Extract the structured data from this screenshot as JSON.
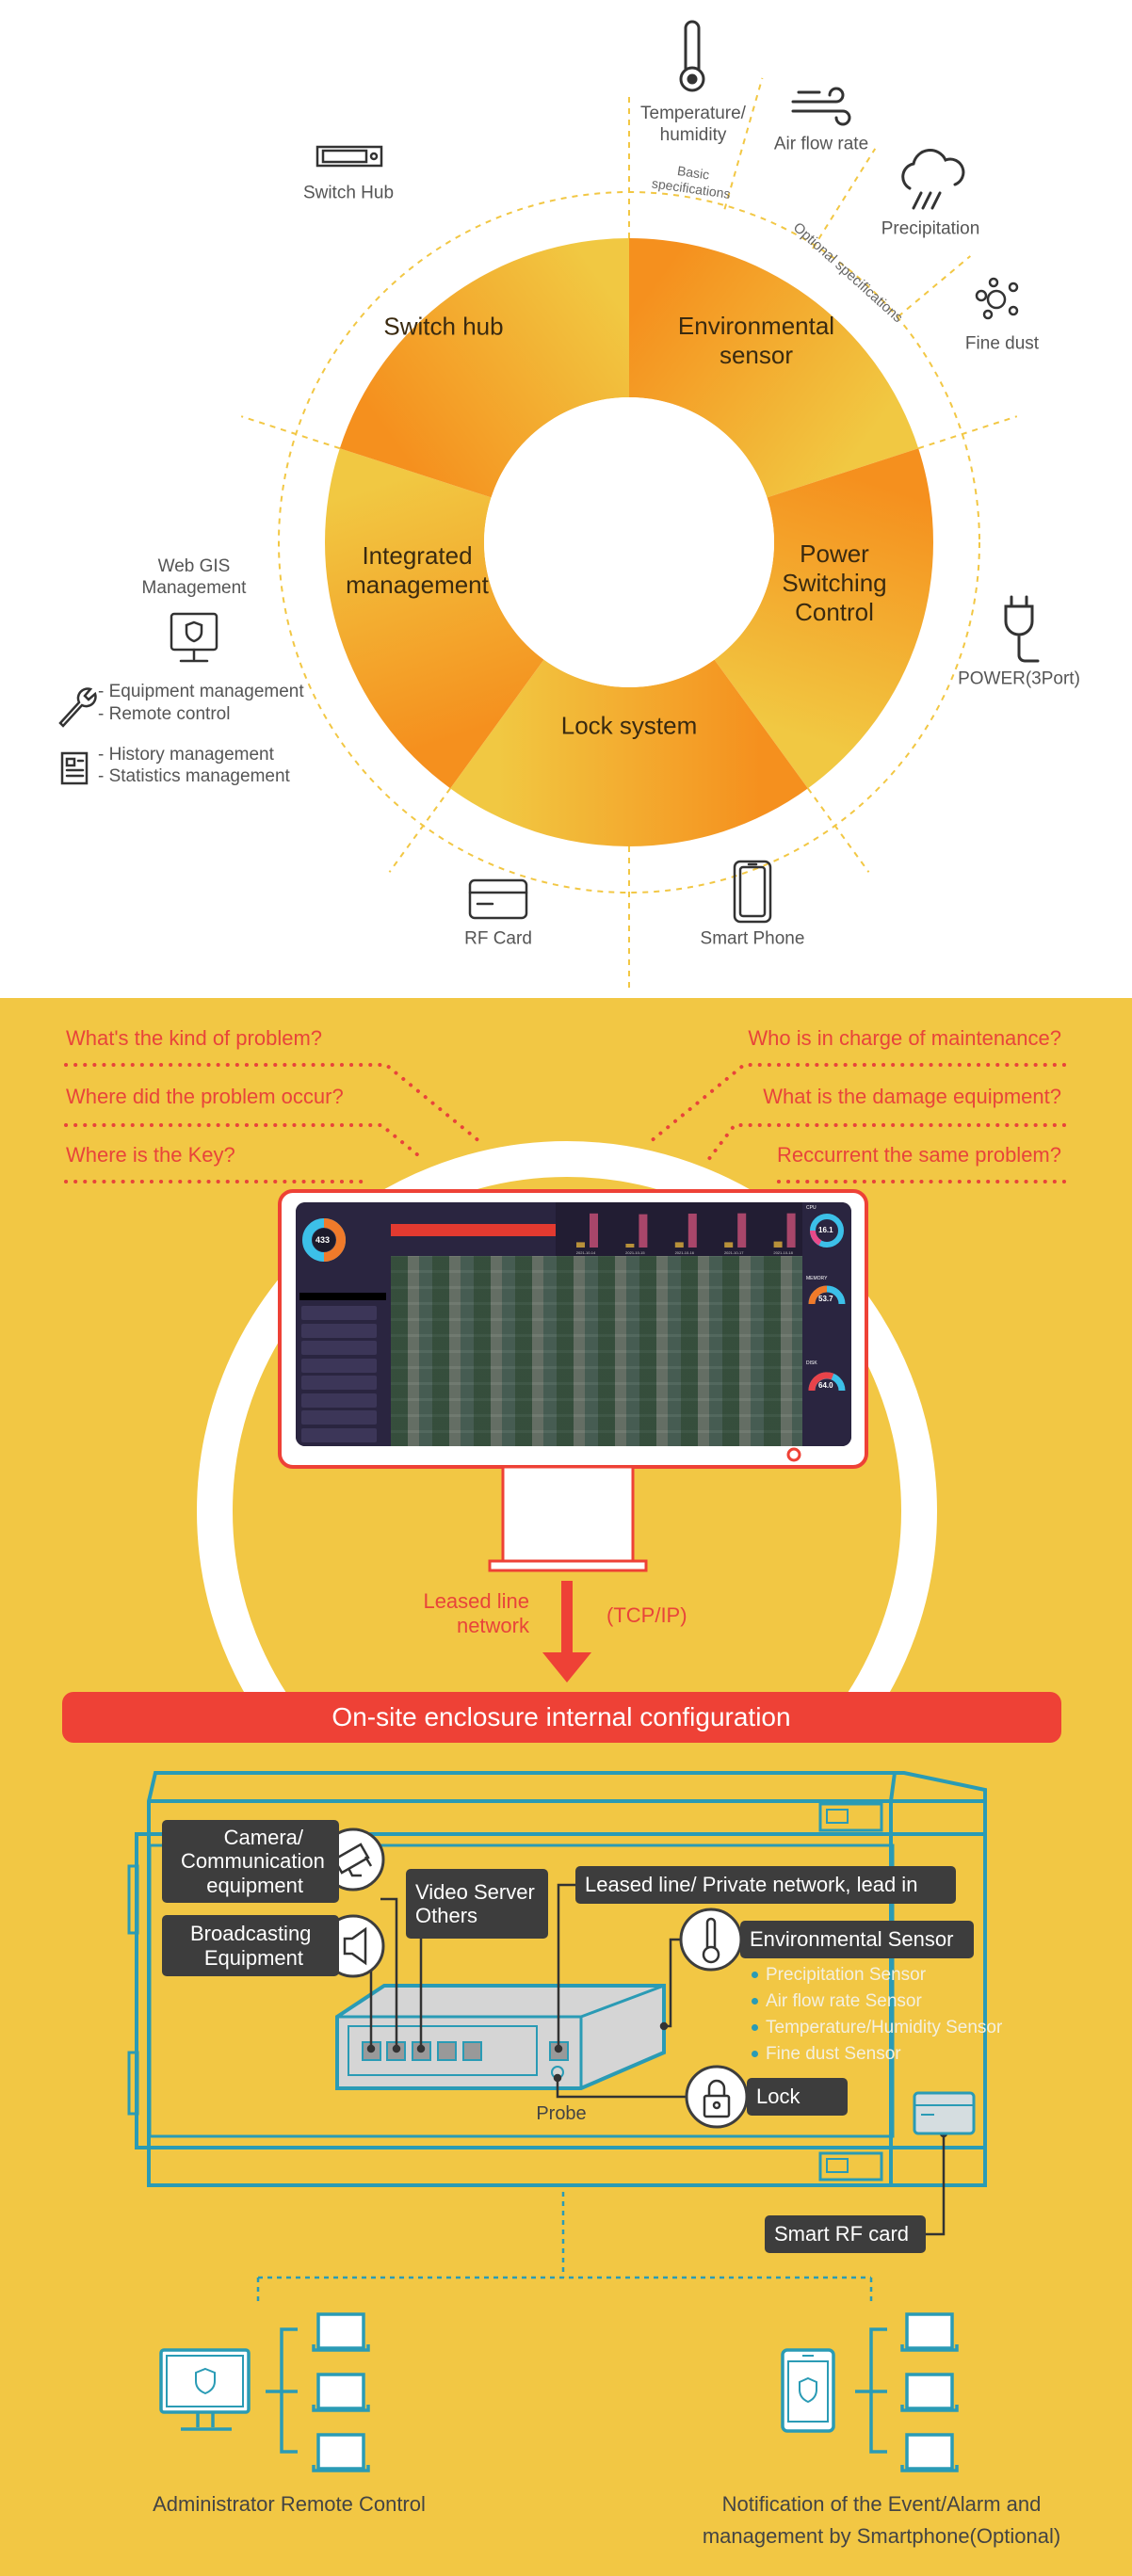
{
  "donut": {
    "segments": [
      {
        "label": "Environmental sensor"
      },
      {
        "label": "Power Switching Control"
      },
      {
        "label": "Lock system"
      },
      {
        "label": "Integrated management"
      },
      {
        "label": "Switch hub"
      }
    ],
    "colors": {
      "orange": "#F5901E",
      "yellow": "#F1C842"
    }
  },
  "outer": {
    "temperature": "Temperature/ humidity",
    "airflow": "Air flow rate",
    "precipitation": "Precipitation",
    "fine_dust": "Fine dust",
    "basic_spec": "Basic specifications",
    "optional_spec": "Optional specifications",
    "switch_hub": "Switch Hub",
    "power": "POWER(3Port)",
    "rf_card": "RF Card",
    "smart_phone": "Smart Phone",
    "web_gis": "Web GIS Management",
    "equip_mgmt": "- Equipment management",
    "remote_ctrl": "- Remote control",
    "history_mgmt": "- History management",
    "stats_mgmt": "- Statistics management"
  },
  "questions": {
    "left": [
      "What's the kind of problem?",
      "Where did the problem occur?",
      "Where is the Key?"
    ],
    "right": [
      "Who is in charge of maintenance?",
      "What is the damage equipment?",
      "Reccurrent the same problem?"
    ]
  },
  "dashboard": {
    "total": "433",
    "cpu_label": "CPU",
    "cpu": "16.1",
    "memory_label": "MEMORY",
    "memory": "53.7",
    "disk_label": "DISK",
    "disk": "64.0",
    "dates": [
      "2021-10-14",
      "2021-10-15",
      "2021-10-16",
      "2021-10-17",
      "2021-10-18"
    ],
    "bars_high": [
      226,
      221,
      225,
      227,
      227
    ],
    "bars_low": [
      35,
      25,
      35,
      35,
      40
    ]
  },
  "network": {
    "leased": "Leased line network",
    "tcp": "(TCP/IP)"
  },
  "banner": "On-site enclosure internal configuration",
  "enclosure": {
    "camera": "Camera/ Communication equipment",
    "broadcast": "Broadcasting Equipment",
    "video": "Video Server Others",
    "leased": "Leased line/ Private network, lead in",
    "env": "Environmental Sensor",
    "sensors": [
      "Precipitation Sensor",
      "Air flow rate Sensor",
      "Temperature/Humidity Sensor",
      "Fine dust Sensor"
    ],
    "lock": "Lock",
    "probe": "Probe",
    "rf": "Smart RF card"
  },
  "footer": {
    "admin": "Administrator Remote Control",
    "notify_1": "Notification of the Event/Alarm and",
    "notify_2": "management by Smartphone(Optional)"
  },
  "colors": {
    "red": "#EE4136",
    "teal": "#2A9BB5",
    "yellow_bg": "#F2C744",
    "dark_box": "#3D3D3D"
  }
}
